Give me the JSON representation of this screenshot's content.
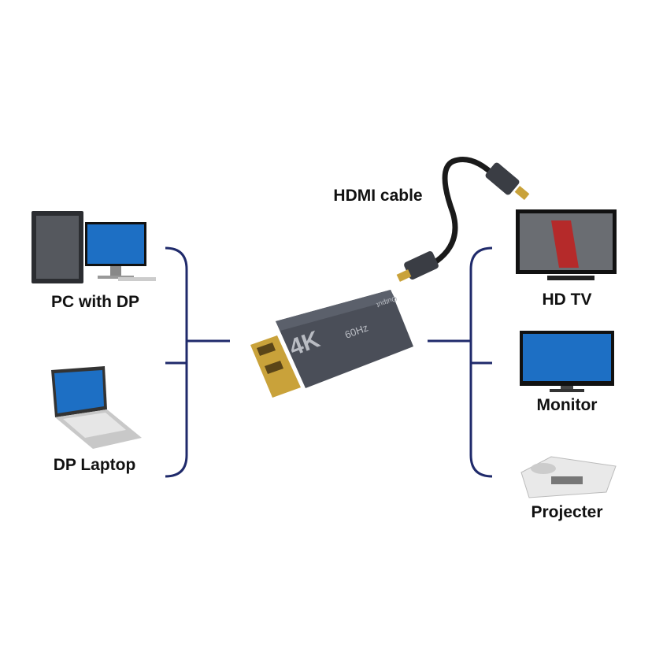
{
  "labels": {
    "pc": "PC with DP",
    "laptop": "DP Laptop",
    "cable": "HDMI cable",
    "tv": "HD TV",
    "monitor": "Monitor",
    "projector": "Projecter"
  },
  "adapter": {
    "resolution": "4K",
    "refresh": "60Hz",
    "port_label": "Output"
  },
  "colors": {
    "bracket": "#1f2a6b",
    "adapter": "#4a4e58",
    "gold": "#c9a23a"
  }
}
